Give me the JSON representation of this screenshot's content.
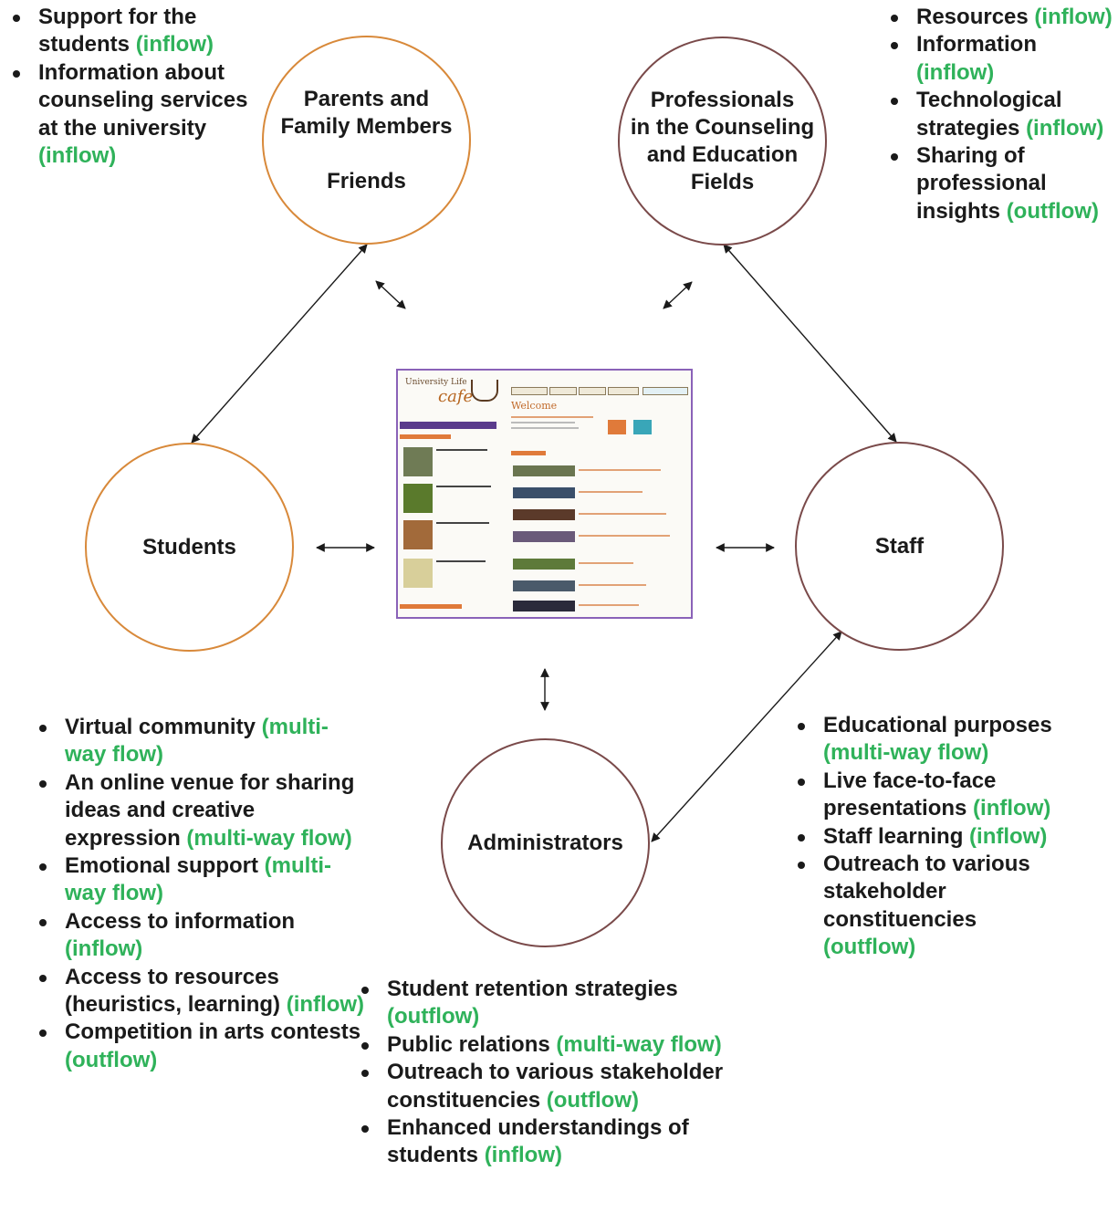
{
  "nodes": {
    "parents": {
      "lines": [
        "Parents and",
        "Family Members"
      ],
      "extra": "Friends"
    },
    "professionals": {
      "lines": [
        "Professionals",
        "in the Counseling",
        "and Education",
        "Fields"
      ]
    },
    "students": {
      "label": "Students"
    },
    "staff": {
      "label": "Staff"
    },
    "administrators": {
      "label": "Administrators"
    }
  },
  "lists": {
    "parents": [
      {
        "text": "Support for the students",
        "flow": "(inflow)"
      },
      {
        "text": "Information about counseling services at the university",
        "flow": "(inflow)"
      }
    ],
    "professionals": [
      {
        "text": "Resources",
        "flow": "(inflow)"
      },
      {
        "text": "Information",
        "flow": "(inflow)"
      },
      {
        "text": "Technological strategies",
        "flow": "(inflow)"
      },
      {
        "text": "Sharing of professional insights",
        "flow": "(outflow)"
      }
    ],
    "students": [
      {
        "text": "Virtual community",
        "flow": "(multi-way flow)"
      },
      {
        "text": "An online venue for sharing ideas and creative expression",
        "flow": "(multi-way flow)"
      },
      {
        "text": "Emotional support",
        "flow": "(multi-way flow)"
      },
      {
        "text": "Access to information",
        "flow": "(inflow)"
      },
      {
        "text": "Access to resources (heuristics, learning)",
        "flow": "(inflow)"
      },
      {
        "text": "Competition in arts contests",
        "flow": "(outflow)"
      }
    ],
    "administrators": [
      {
        "text": "Student retention strategies",
        "flow": "(outflow)"
      },
      {
        "text": "Public relations",
        "flow": "(multi-way flow)"
      },
      {
        "text": "Outreach to various stakeholder constituencies",
        "flow": "(outflow)"
      },
      {
        "text": "Enhanced understandings of students",
        "flow": "(inflow)"
      }
    ],
    "staff": [
      {
        "text": "Educational purposes",
        "flow": "(multi-way flow)"
      },
      {
        "text": "Live face-to-face presentations",
        "flow": "(inflow)"
      },
      {
        "text": "Staff learning",
        "flow": "(inflow)"
      },
      {
        "text": "Outreach to various stakeholder constituencies",
        "flow": "(outflow)"
      }
    ]
  },
  "website": {
    "logo_text": "University Life",
    "logo_word": "cafe",
    "heading": "Welcome"
  },
  "colors": {
    "flow_text": "#2fb25a",
    "orange_circle": "#d8893a",
    "maroon_circle": "#7a4a4a",
    "site_border": "#8a62b8"
  }
}
